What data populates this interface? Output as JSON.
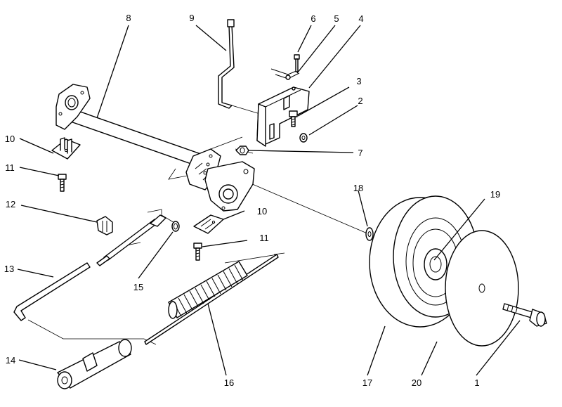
{
  "callouts": [
    {
      "id": "c8",
      "label": "8"
    },
    {
      "id": "c9",
      "label": "9"
    },
    {
      "id": "c6",
      "label": "6"
    },
    {
      "id": "c5",
      "label": "5"
    },
    {
      "id": "c4",
      "label": "4"
    },
    {
      "id": "c3",
      "label": "3"
    },
    {
      "id": "c2",
      "label": "2"
    },
    {
      "id": "c7",
      "label": "7"
    },
    {
      "id": "c10a",
      "label": "10"
    },
    {
      "id": "c11a",
      "label": "11"
    },
    {
      "id": "c12",
      "label": "12"
    },
    {
      "id": "c10b",
      "label": "10"
    },
    {
      "id": "c11b",
      "label": "11"
    },
    {
      "id": "c13",
      "label": "13"
    },
    {
      "id": "c15",
      "label": "15"
    },
    {
      "id": "c18",
      "label": "18"
    },
    {
      "id": "c19",
      "label": "19"
    },
    {
      "id": "c14",
      "label": "14"
    },
    {
      "id": "c16",
      "label": "16"
    },
    {
      "id": "c17",
      "label": "17"
    },
    {
      "id": "c20",
      "label": "20"
    },
    {
      "id": "c1",
      "label": "1"
    }
  ]
}
